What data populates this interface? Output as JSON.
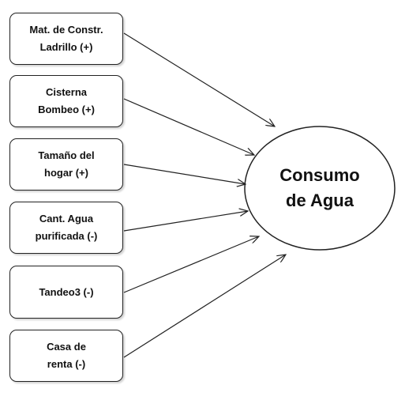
{
  "factors": [
    {
      "label": "Mat. de Constr.\nLadrillo (+)"
    },
    {
      "label": "Cisterna\nBombeo (+)"
    },
    {
      "label": "Tamaño del\nhogar (+)"
    },
    {
      "label": "Cant. Agua\npurificada  (-)"
    },
    {
      "label": "Tandeo3 (-)"
    },
    {
      "label": "Casa de\nrenta (-)"
    }
  ],
  "outcome": {
    "label": "Consumo\nde Agua"
  },
  "colors": {
    "stroke": "#222222",
    "text": "#111111",
    "background": "#ffffff"
  }
}
